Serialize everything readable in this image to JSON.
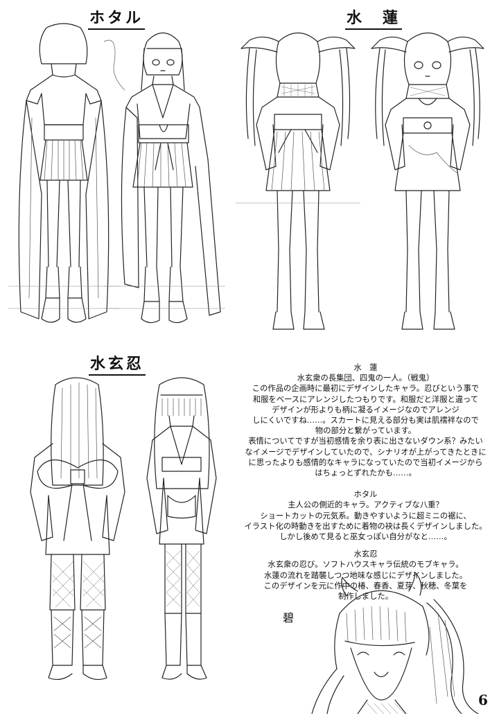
{
  "headings": {
    "hotaru": "ホタル",
    "suiren": "水　蓮",
    "suigen": "水玄忍"
  },
  "notes": {
    "suiren_title": "水　蓮",
    "suiren_lines": [
      "水玄衆の長集団、四鬼の一人。（戦鬼）",
      "この作品の企画時に最初にデザインしたキャラ。忍びという事で",
      "和服をベースにアレンジしたつもりです。和服だと洋服と違って",
      "デザインが形よりも柄に凝るイメージなのでアレンジ",
      "しにくいですね……。スカートに見える部分も実は肌襦袢なので",
      "物の部分と繋がっています。",
      "表情についてですが当初感情を余り表に出さないダウン系？みたい",
      "なイメージでデザインしていたので、シナリオが上がってきたときに",
      "に思ったよりも感情的なキャラになっていたので当初イメージから",
      "はちょっとずれたかも……。"
    ],
    "hotaru_title": "ホタル",
    "hotaru_lines": [
      "主人公の側近的キャラ。アクティブな八重？",
      "ショートカットの元気系。動きやすいように超ミニの裾に、",
      "イラスト化の時動きを出すために着物の袂は長くデザインしました。",
      "しかし後めて見ると巫女っぽい自分がなと……。"
    ],
    "suigen_title": "水玄忍",
    "suigen_lines": [
      "水玄衆の忍び。ソフトハウスキャラ伝統のモブキャラ。",
      "水蓮の流れを踏襲しつつ地味な感じにデザインしました。",
      "このデザインを元に作中の椿、春香、夏芽、秋穂、冬葉を",
      "制作しました。"
    ]
  },
  "signature": "碧",
  "page_number": "6"
}
